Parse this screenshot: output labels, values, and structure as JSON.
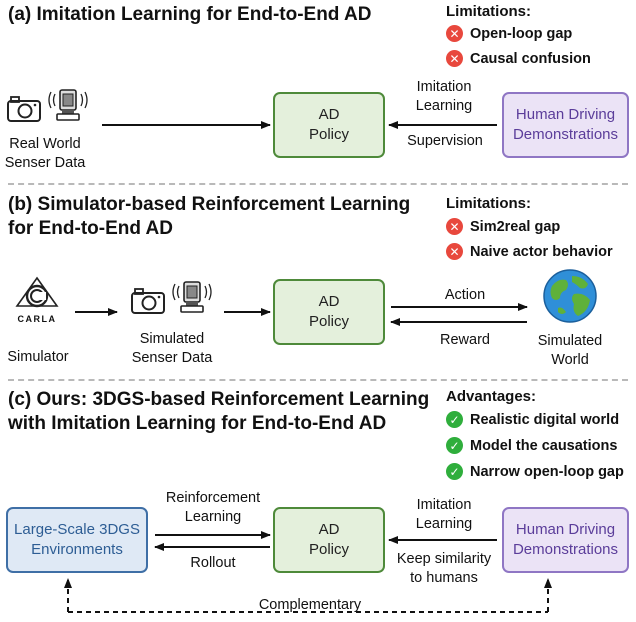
{
  "section_a": {
    "title": "(a) Imitation Learning for End-to-End AD",
    "limitations_title": "Limitations:",
    "limitations": [
      "Open-loop gap",
      "Causal confusion"
    ],
    "sensor_label": "Real World\nSenser Data",
    "policy_label": "AD\nPolicy",
    "demo_label": "Human Driving\nDemonstrations",
    "edge_top": "Imitation\nLearning",
    "edge_bottom": "Supervision"
  },
  "section_b": {
    "title_line1": "(b) Simulator-based Reinforcement Learning",
    "title_line2": "for End-to-End AD",
    "limitations_title": "Limitations:",
    "limitations": [
      "Sim2real gap",
      "Naive actor behavior"
    ],
    "simulator_logo": "CARLA",
    "simulator_label": "Simulator",
    "sensor_label": "Simulated\nSenser Data",
    "policy_label": "AD\nPolicy",
    "edge_top": "Action",
    "edge_bottom": "Reward",
    "world_label": "Simulated\nWorld"
  },
  "section_c": {
    "title_line1": "(c) Ours: 3DGS-based Reinforcement Learning",
    "title_line2": "with Imitation Learning for End-to-End AD",
    "advantages_title": "Advantages:",
    "advantages": [
      "Realistic digital world",
      "Model the causations",
      "Narrow open-loop gap"
    ],
    "env_label": "Large-Scale 3DGS\nEnvironments",
    "policy_label": "AD\nPolicy",
    "demo_label": "Human Driving\nDemonstrations",
    "left_edge_top": "Reinforcement\nLearning",
    "left_edge_bottom": "Rollout",
    "right_edge_top": "Imitation\nLearning",
    "right_edge_bottom": "Keep similarity\nto humans",
    "bottom_edge": "Complementary"
  },
  "icons": {
    "camera": "camera-icon",
    "lidar": "lidar-icon",
    "carla": "carla-logo-icon",
    "globe": "globe-icon",
    "cross": "✕",
    "check": "✓"
  },
  "colors": {
    "policy_fill": "#e4f0dc",
    "policy_border": "#4e8a3a",
    "demo_fill": "#ebe3f6",
    "demo_border": "#8f76c4",
    "env_fill": "#dfe9f5",
    "env_border": "#3f6fa6",
    "cross": "#e8483d",
    "check": "#2fae3c"
  }
}
